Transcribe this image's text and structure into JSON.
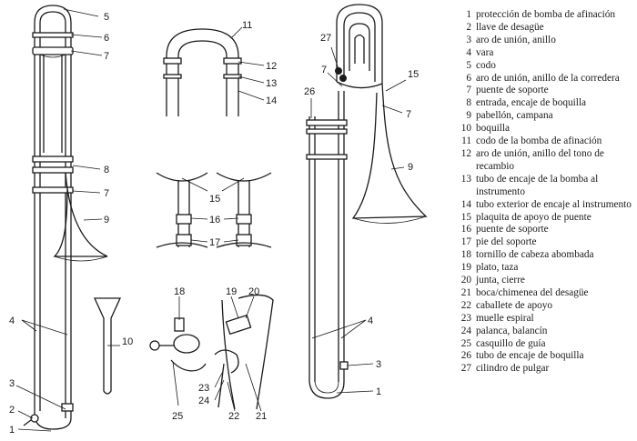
{
  "callouts": [
    "1",
    "2",
    "3",
    "4",
    "5",
    "6",
    "7",
    "8",
    "9",
    "10",
    "11",
    "12",
    "13",
    "14",
    "15",
    "16",
    "17",
    "18",
    "19",
    "20",
    "21",
    "22",
    "23",
    "24",
    "25",
    "26",
    "27"
  ],
  "legend": [
    {
      "num": "1",
      "text": "protección de bomba de afinación"
    },
    {
      "num": "2",
      "text": "llave de desagüe"
    },
    {
      "num": "3",
      "text": "aro de unión, anillo"
    },
    {
      "num": "4",
      "text": "vara"
    },
    {
      "num": "5",
      "text": "codo"
    },
    {
      "num": "6",
      "text": "aro de unión, anillo de la corredera"
    },
    {
      "num": "7",
      "text": "puente de soporte"
    },
    {
      "num": "8",
      "text": "entrada, encaje de boquilla"
    },
    {
      "num": "9",
      "text": "pabellón, campana"
    },
    {
      "num": "10",
      "text": "boquilla"
    },
    {
      "num": "11",
      "text": "codo de la bomba de afinación"
    },
    {
      "num": "12",
      "text": "aro de unión, anillo del tono de recambio"
    },
    {
      "num": "13",
      "text": "tubo de encaje de la bomba al instrumento"
    },
    {
      "num": "14",
      "text": "tubo exterior de encaje al instrumento"
    },
    {
      "num": "15",
      "text": "plaquita de apoyo de puente"
    },
    {
      "num": "16",
      "text": "puente de soporte"
    },
    {
      "num": "17",
      "text": "pie del soporte"
    },
    {
      "num": "18",
      "text": "tornillo de cabeza abombada"
    },
    {
      "num": "19",
      "text": "plato, taza"
    },
    {
      "num": "20",
      "text": "junta, cierre"
    },
    {
      "num": "21",
      "text": "boca/chimenea del desagüe"
    },
    {
      "num": "22",
      "text": "caballete de apoyo"
    },
    {
      "num": "23",
      "text": "muelle espiral"
    },
    {
      "num": "24",
      "text": "palanca, balancín"
    },
    {
      "num": "25",
      "text": "casquillo de guía"
    },
    {
      "num": "26",
      "text": "tubo de encaje de boquilla"
    },
    {
      "num": "27",
      "text": "cilindro de pulgar"
    }
  ]
}
